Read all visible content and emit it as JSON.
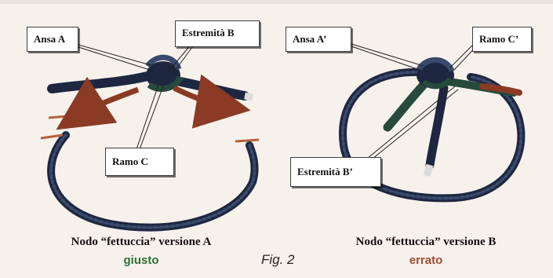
{
  "labels": {
    "ansa_a": "Ansa A",
    "estremita_b": "Estremità B",
    "ramo_c": "Ramo C",
    "ansa_a2": "Ansa A’",
    "ramo_c2": "Ramo C’",
    "estremita_b2": "Estremità B’"
  },
  "captions": {
    "left_title": "Nodo “fettuccia” versione A",
    "left_verdict": "giusto",
    "right_title": "Nodo “fettuccia” versione B",
    "right_verdict": "errato",
    "figure": "Fig. 2"
  },
  "colors": {
    "rope": "#2d3a55",
    "rope_dark": "#1d2740",
    "rope_green": "#264a3b",
    "arrow": "#8b3a23",
    "correct": "#2f6f35",
    "wrong": "#a24a31"
  }
}
